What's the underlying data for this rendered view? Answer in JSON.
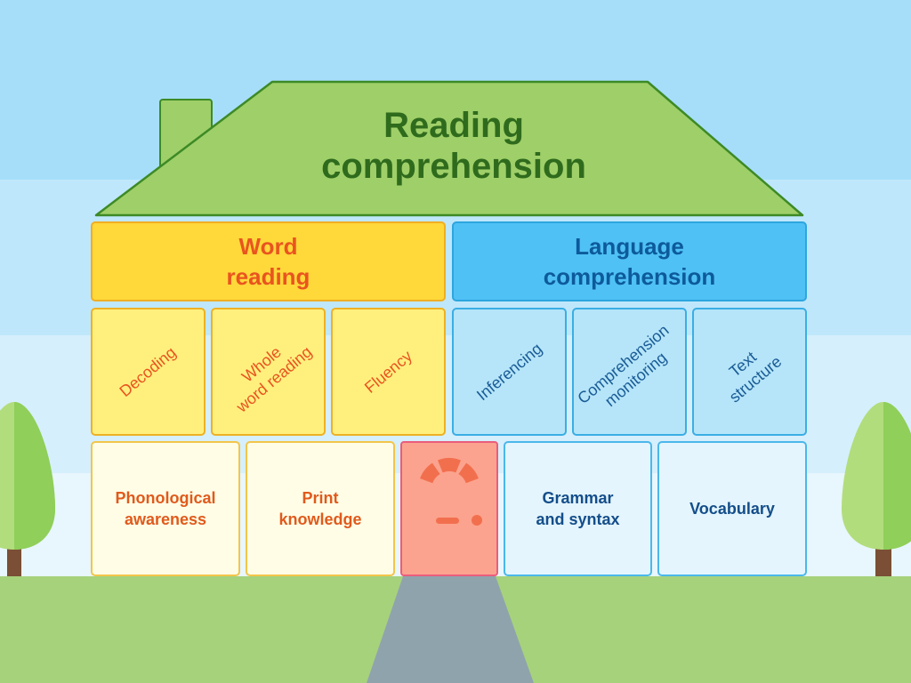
{
  "roof": {
    "title": "Reading\ncomprehension"
  },
  "word_reading": {
    "heading": "Word\nreading",
    "tiles": [
      "Decoding",
      "Whole\nword reading",
      "Fluency"
    ],
    "foundations": [
      "Phonological\nawareness",
      "Print\nknowledge"
    ]
  },
  "language_comprehension": {
    "heading": "Language\ncomprehension",
    "tiles": [
      "Inferencing",
      "Comprehension\nmonitoring",
      "Text\nstructure"
    ],
    "foundations": [
      "Grammar\nand syntax",
      "Vocabulary"
    ]
  },
  "colors": {
    "roof": "#9fcf68",
    "word_reading": "#ffd83a",
    "language_comprehension": "#4fc1f5",
    "door": "#fba38e",
    "tree": "#8fcf5a",
    "sky": "#a6defa",
    "ground": "#a6d27c"
  }
}
